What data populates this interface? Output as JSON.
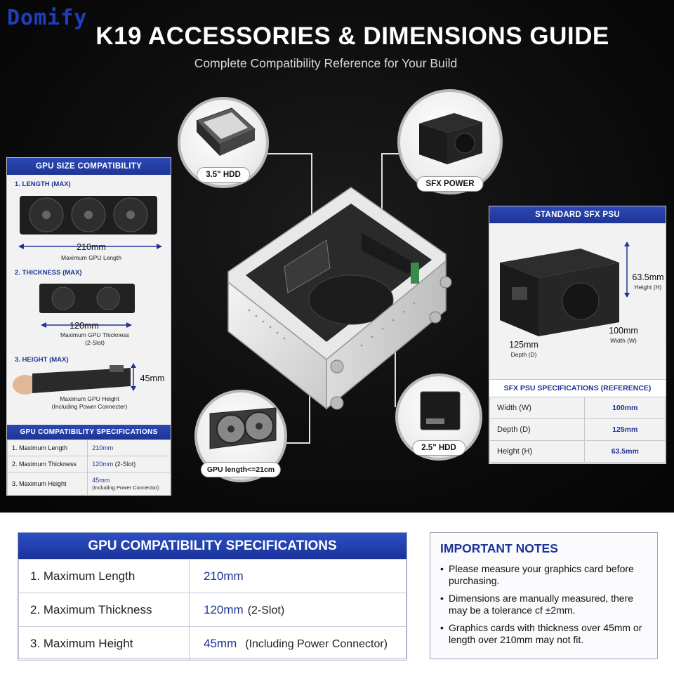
{
  "brand": "Domify",
  "title": "K19 ACCESSORIES & DIMENSIONS GUIDE",
  "subtitle": "Complete Compatibility Reference for Your Build",
  "callouts": {
    "hdd": "3.5\" HDD",
    "sfx_power": "SFX POWER",
    "ssd": "2.5\" HDD",
    "gpu": "GPU length<=21cm"
  },
  "gpu_panel": {
    "header": "GPU SIZE COMPATIBILITY",
    "length_label": "1. LENGTH (MAX)",
    "length_value": "210mm",
    "length_caption": "Maximum GPU Length",
    "thickness_label": "2. THICKNESS (MAX)",
    "thickness_value": "120mm",
    "thickness_caption_1": "Maximum GPU Thickness",
    "thickness_caption_2": "(2-Slot)",
    "height_label": "3. HEIGHT (MAX)",
    "height_value": "45mm",
    "height_caption_1": "Maximum GPU Height",
    "height_caption_2": "(Including Power Connecter)",
    "spec_header": "GPU COMPATIBILITY SPECIFICATIONS",
    "spec_rows": [
      {
        "label": "1. Maximum Length",
        "value": "210mm",
        "note": ""
      },
      {
        "label": "2. Maximum Thickness",
        "value": "120mm",
        "note": "(2-Slot)"
      },
      {
        "label": "3. Maximum Height",
        "value": "45mm",
        "note": "(Including Power Connector)"
      }
    ]
  },
  "psu_panel": {
    "header": "STANDARD SFX PSU",
    "height_value": "63.5mm",
    "height_caption": "Height (H)",
    "width_value": "100mm",
    "width_caption": "Width (W)",
    "depth_value": "125mm",
    "depth_caption": "Depth (D)",
    "spec_header": "SFX PSU SPECIFICATIONS (REFERENCE)",
    "rows": [
      {
        "label": "Width (W)",
        "value": "100mm"
      },
      {
        "label": "Depth (D)",
        "value": "125mm"
      },
      {
        "label": "Height (H)",
        "value": "63.5mm"
      }
    ]
  },
  "bottom_spec": {
    "header": "GPU COMPATIBILITY SPECIFICATIONS",
    "rows": [
      {
        "label": "1. Maximum Length",
        "value": "210mm",
        "note": ""
      },
      {
        "label": "2. Maximum Thickness",
        "value": "120mm",
        "note": "(2-Slot)"
      },
      {
        "label": "3. Maximum Height",
        "value": "45mm",
        "note": "(Including Power Connector)"
      }
    ]
  },
  "notes": {
    "title": "IMPORTANT NOTES",
    "items": [
      "Please measure your graphics card before purchasing.",
      "Dimensions are manually measured, there may be a tolerance cf ±2mm.",
      "Graphics cards with thickness over 45mm or length over 210mm may not fit."
    ]
  }
}
